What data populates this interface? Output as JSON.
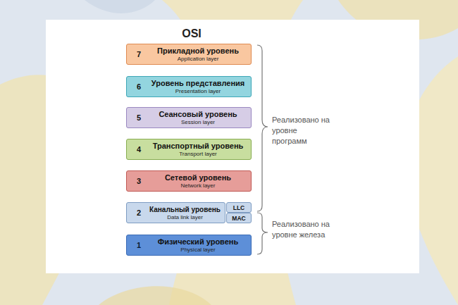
{
  "diagram": {
    "title": "OSI",
    "nodes": [
      {
        "text": [
          "7",
          "Прикладной уровень",
          "Application layer"
        ]
      },
      {
        "text": [
          "6",
          "Уровень представления",
          "Presentation layer"
        ]
      },
      {
        "text": [
          "5",
          "Сеансовый уровень",
          "Session layer"
        ]
      },
      {
        "text": [
          "4",
          "Транспортный уровень",
          "Transport layer"
        ]
      },
      {
        "text": [
          "3",
          "Сетевой уровень",
          "Network layer"
        ]
      },
      {
        "text": [
          "2",
          "Канальный уровень",
          "Data link layer"
        ]
      },
      {
        "text": [
          "LLC"
        ]
      },
      {
        "text": [
          "MAC"
        ]
      },
      {
        "text": [
          "1",
          "Физический уровень",
          "Physical layer"
        ]
      }
    ],
    "labels": [
      "Реализовано на уровне программ",
      "Реализовано на уровне железа"
    ]
  }
}
